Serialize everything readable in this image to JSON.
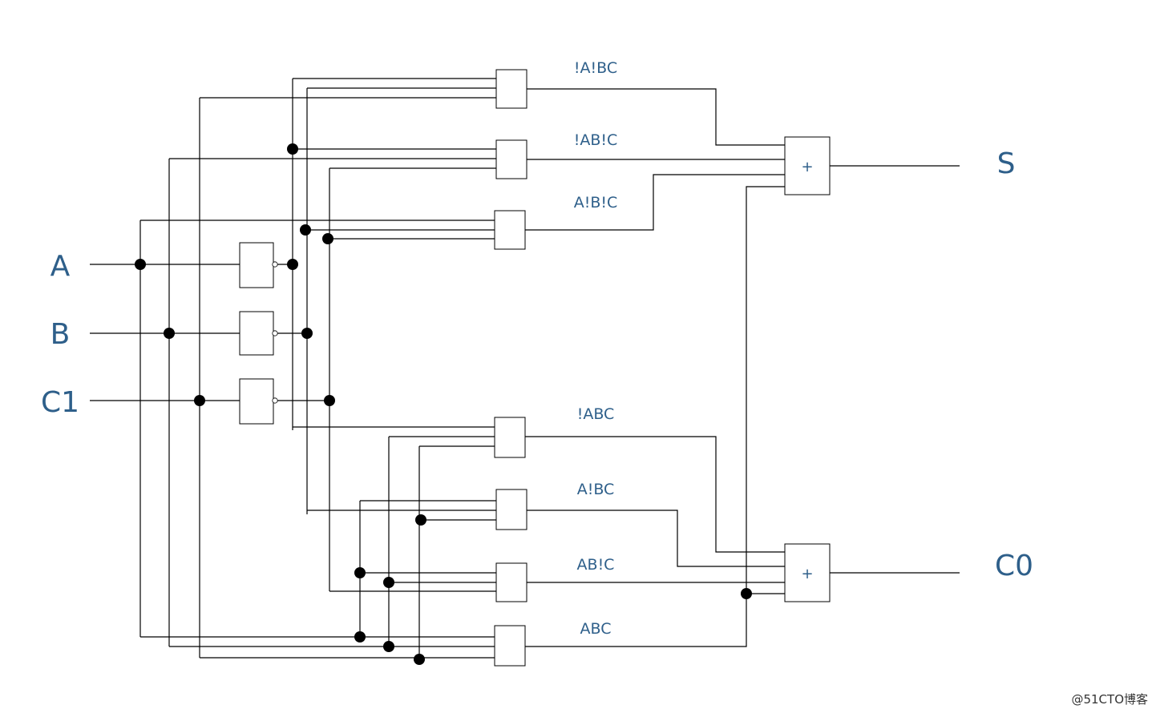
{
  "inputs": {
    "a": "A",
    "b": "B",
    "c": "C1"
  },
  "outputs": {
    "s": "S",
    "co": "C0"
  },
  "or_symbol": "+",
  "terms": {
    "nanbc": "!A!BC",
    "nabnc": "!AB!C",
    "anbnc": "A!B!C",
    "nabc": "!ABC",
    "anbc": "A!BC",
    "abnc": "AB!C",
    "abc": "ABC"
  },
  "watermark": "@51CTO博客"
}
